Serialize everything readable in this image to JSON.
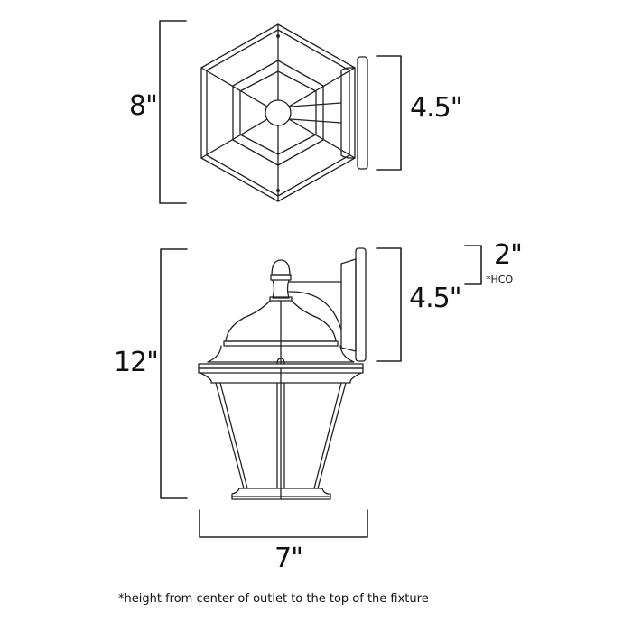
{
  "diagram": {
    "type": "product dimension drawing",
    "subject": "outdoor wall lantern",
    "line_color": "#222222",
    "background": "#ffffff",
    "views": [
      {
        "name": "top-view",
        "dimensions": {
          "height_label": "8\"",
          "backplate_label": "4.5\""
        }
      },
      {
        "name": "side-view",
        "dimensions": {
          "height_label": "12\"",
          "backplate_label": "4.5\"",
          "hco_label": "2\"",
          "hco_note": "*HCO",
          "width_label": "7\""
        }
      }
    ],
    "footnote": "*height from center of outlet to the top of the fixture"
  }
}
